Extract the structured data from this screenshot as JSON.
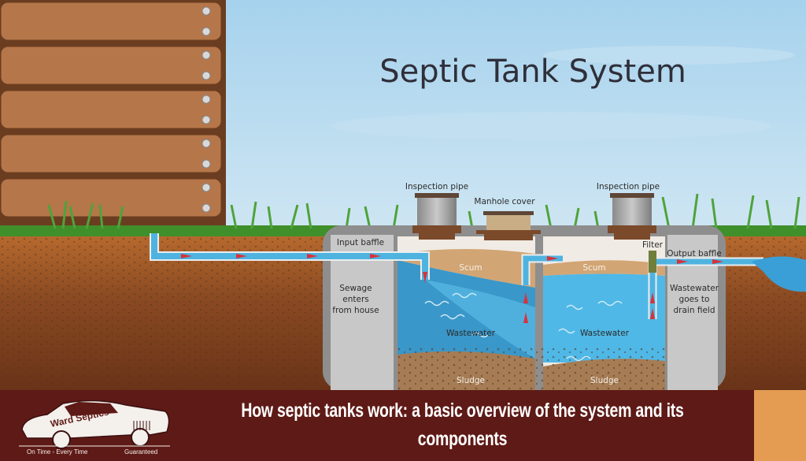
{
  "title": "Septic Tank System",
  "labels": {
    "inspection_pipe_left": "Inspection pipe",
    "manhole_cover": "Manhole cover",
    "inspection_pipe_right": "Inspection pipe",
    "input_baffle": "Input baffle",
    "filter": "Filter",
    "output_baffle": "Output baffle",
    "sewage_line1": "Sewage",
    "sewage_line2": "enters",
    "sewage_line3": "from house",
    "drain_line1": "Wastewater",
    "drain_line2": "goes to",
    "drain_line3": "drain field",
    "scum_left": "Scum",
    "scum_right": "Scum",
    "wastewater_left": "Wastewater",
    "wastewater_right": "Wastewater",
    "sludge_left": "Sludge",
    "sludge_right": "Sludge"
  },
  "banner": {
    "caption": "How septic tanks work: a basic overview of the system and its components",
    "logo_name": "Ward Septics",
    "logo_tag_left": "On Time - Every Time",
    "logo_tag_right": "Guaranteed"
  },
  "colors": {
    "banner": "#5e1a16",
    "accent": "#e49c52",
    "sky": "#a9d3ec",
    "water": "#4fb3e0",
    "arrow": "#d8323a"
  }
}
